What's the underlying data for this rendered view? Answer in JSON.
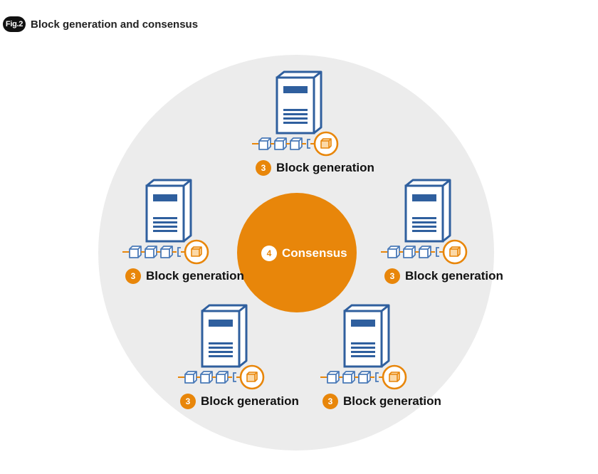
{
  "figure": {
    "badge": "Fig.2",
    "title": "Block generation and consensus"
  },
  "center": {
    "number": "4",
    "label": "Consensus"
  },
  "nodes": [
    {
      "number": "3",
      "label": "Block generation"
    },
    {
      "number": "3",
      "label": "Block generation"
    },
    {
      "number": "3",
      "label": "Block generation"
    },
    {
      "number": "3",
      "label": "Block generation"
    },
    {
      "number": "3",
      "label": "Block generation"
    }
  ],
  "colors": {
    "accent": "#e8860a",
    "server_blue": "#2f5f9e",
    "background_circle": "#ececec",
    "chain_block": "#4a7ab8"
  }
}
